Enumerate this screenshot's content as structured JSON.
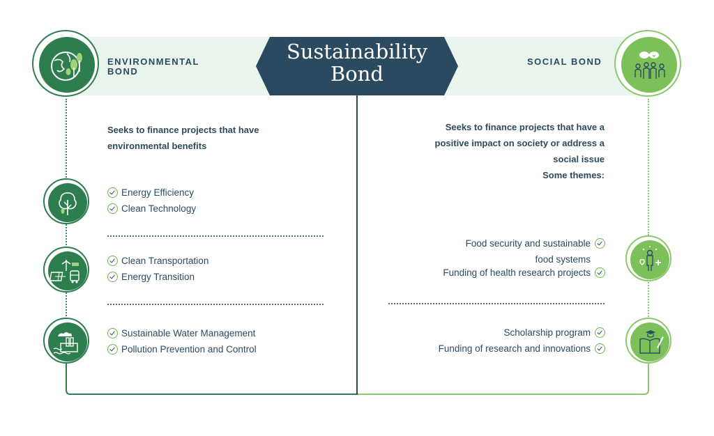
{
  "title": {
    "line1": "Sustainability",
    "line2": "Bond"
  },
  "colors": {
    "navy": "#2c4a5f",
    "dark_green": "#2e7d4f",
    "light_green": "#7cc05a",
    "band": "#e8f4ec"
  },
  "environmental": {
    "label_line1": "ENVIRONMENTAL",
    "label_line2": "BOND",
    "icon": "globe-plants-icon",
    "description": "Seeks to finance projects that have environmental benefits",
    "groups": [
      {
        "icon": "tree-icon",
        "items": [
          "Energy Efficiency",
          "Clean Technology"
        ]
      },
      {
        "icon": "solar-transport-icon",
        "items": [
          "Clean Transportation",
          "Energy Transition"
        ]
      },
      {
        "icon": "water-factory-icon",
        "items": [
          "Sustainable Water Management",
          "Pollution Prevention and Control"
        ]
      }
    ]
  },
  "social": {
    "label": "SOCIAL BOND",
    "icon": "community-people-icon",
    "description": "Seeks to finance projects that have a positive impact on society or address a social issue",
    "themes_label": "Some themes:",
    "groups": [
      {
        "icon": "health-person-icon",
        "items": [
          "Food security and sustainable food systems",
          "Funding of health research projects"
        ]
      },
      {
        "icon": "education-book-icon",
        "items": [
          "Scholarship program",
          "Funding of research and innovations"
        ]
      }
    ]
  }
}
